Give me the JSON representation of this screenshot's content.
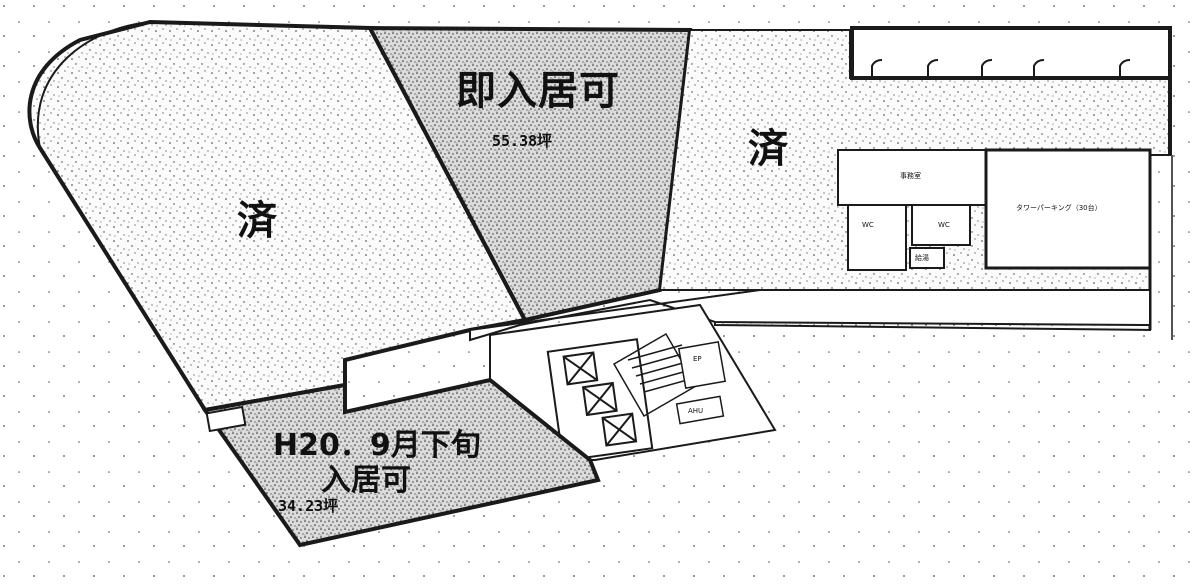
{
  "plan": {
    "units": {
      "top_center": {
        "status": "即入居可",
        "area": "55.38坪"
      },
      "left": {
        "status": "済"
      },
      "right": {
        "status": "済"
      },
      "bottom_left": {
        "status_line1": "H20．9月下旬",
        "status_line2": "入居可",
        "area": "34.23坪"
      }
    },
    "rooms": {
      "office": "事務室",
      "wc_men": "WC",
      "wc_women": "WC",
      "gc": "給湯",
      "parking": "タワーパーキング（30台）",
      "ps": "EP",
      "ahu": "AHU"
    }
  },
  "colors": {
    "line": "#1a1a1a",
    "paper": "#ffffff",
    "stipple": "#2a2a2a"
  }
}
